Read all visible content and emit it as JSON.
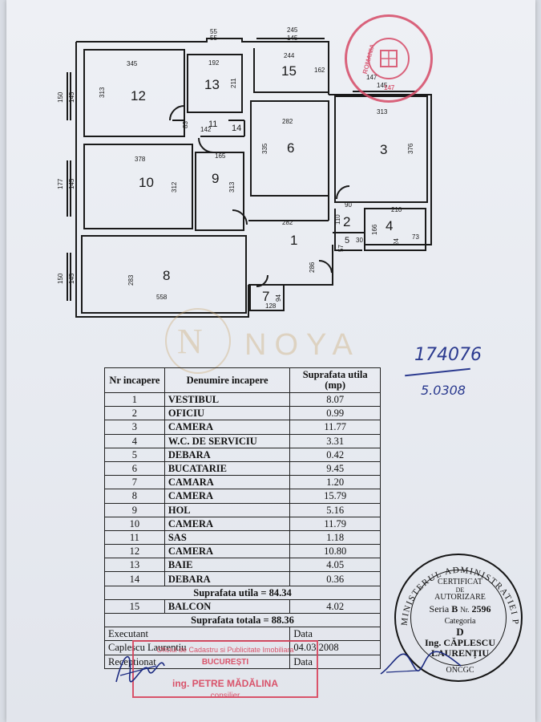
{
  "plan": {
    "rooms": [
      {
        "num": "1"
      },
      {
        "num": "2"
      },
      {
        "num": "3"
      },
      {
        "num": "4"
      },
      {
        "num": "5"
      },
      {
        "num": "6"
      },
      {
        "num": "7"
      },
      {
        "num": "8"
      },
      {
        "num": "9"
      },
      {
        "num": "10"
      },
      {
        "num": "11"
      },
      {
        "num": "12"
      },
      {
        "num": "13"
      },
      {
        "num": "14"
      },
      {
        "num": "15"
      }
    ],
    "dims": [
      "55",
      "55",
      "245",
      "145",
      "345",
      "192",
      "244",
      "162",
      "150",
      "145",
      "313",
      "211",
      "313",
      "335",
      "376",
      "83",
      "142",
      "282",
      "165",
      "378",
      "177",
      "145",
      "312",
      "313",
      "90",
      "210",
      "110",
      "282",
      "286",
      "166",
      "57",
      "30",
      "24",
      "73",
      "283",
      "150",
      "145",
      "558",
      "94",
      "128",
      "147",
      "145"
    ]
  },
  "watermark": {
    "text": "NOYA"
  },
  "handwritten": {
    "number": "174076",
    "code": "5.0308"
  },
  "table": {
    "header": {
      "nr": "Nr incapere",
      "name": "Denumire incapere",
      "area": "Suprafata utila (mp)"
    },
    "rows": [
      {
        "nr": "1",
        "name": "VESTIBUL",
        "area": "8.07"
      },
      {
        "nr": "2",
        "name": "OFICIU",
        "area": "0.99"
      },
      {
        "nr": "3",
        "name": "CAMERA",
        "area": "11.77"
      },
      {
        "nr": "4",
        "name": "W.C. DE SERVICIU",
        "area": "3.31"
      },
      {
        "nr": "5",
        "name": "DEBARA",
        "area": "0.42"
      },
      {
        "nr": "6",
        "name": "BUCATARIE",
        "area": "9.45"
      },
      {
        "nr": "7",
        "name": "CAMARA",
        "area": "1.20"
      },
      {
        "nr": "8",
        "name": "CAMERA",
        "area": "15.79"
      },
      {
        "nr": "9",
        "name": "HOL",
        "area": "5.16"
      },
      {
        "nr": "10",
        "name": "CAMERA",
        "area": "11.79"
      },
      {
        "nr": "11",
        "name": "SAS",
        "area": "1.18"
      },
      {
        "nr": "12",
        "name": "CAMERA",
        "area": "10.80"
      },
      {
        "nr": "13",
        "name": "BAIE",
        "area": "4.05"
      },
      {
        "nr": "14",
        "name": "DEBARA",
        "area": "0.36"
      }
    ],
    "useful_total": "Suprafata utila = 84.34",
    "balcony": {
      "nr": "15",
      "name": "BALCON",
      "area": "4.02"
    },
    "grand_total": "Suprafata totala = 88.36",
    "executant_label": "Executant",
    "date_label": "Data",
    "executant_name": "Caplescu Laurentiu",
    "executant_date": "04.03.2008",
    "receptionat_label": "Receptionat",
    "date_label_2": "Data"
  },
  "stamp_top": {
    "country": "ROMANIA",
    "number": "147"
  },
  "stamp_cert": {
    "ring": "MINISTERUL ADMINISTRATIEI PUBLICE",
    "line1": "CERTIFICAT",
    "line2": "DE",
    "line3": "AUTORIZARE",
    "serie_prefix": "Seria",
    "serie": "B",
    "nr_prefix": "Nr.",
    "nr": "2596",
    "cat_label": "Categoria",
    "cat": "D",
    "name1": "Ing. CĂPLESCU",
    "name2": "LAURENȚIU",
    "bottom": "ONCGC"
  },
  "stamp_rect": {
    "line1": "Oficiul de Cadastru si Publicitate Imobiliara",
    "line2": "BUCUREȘTI",
    "line3": "ing. PETRE MĂDĂLINA",
    "line4": "consilier"
  },
  "colors": {
    "stamp_red": "#d64a66",
    "ink_blue": "#2b3a8f",
    "ink_black": "#151515"
  }
}
